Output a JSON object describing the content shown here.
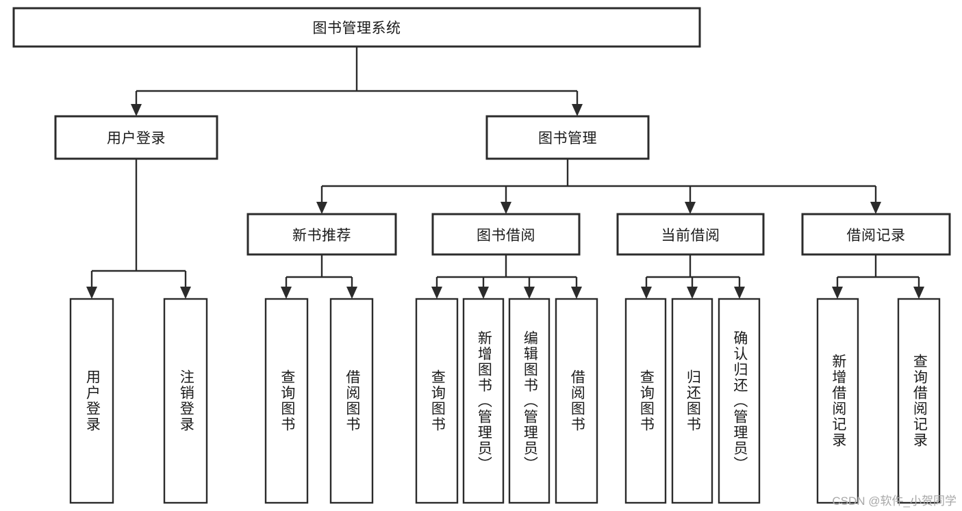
{
  "diagram": {
    "type": "tree-hierarchy",
    "title": "图书管理系统",
    "watermark": "CSDN @软件_小贺同学",
    "colors": {
      "stroke": "#2b2b2b",
      "fill": "#ffffff",
      "text": "#1a1a1a",
      "watermark": "#a8a8a8",
      "background": "#ffffff"
    },
    "nodes": {
      "root": {
        "label": "图书管理系统"
      },
      "level2": [
        {
          "id": "user-login",
          "label": "用户登录"
        },
        {
          "id": "book-manage",
          "label": "图书管理"
        }
      ],
      "level3": [
        {
          "id": "new-book-recommend",
          "label": "新书推荐"
        },
        {
          "id": "book-borrow",
          "label": "图书借阅"
        },
        {
          "id": "current-borrow",
          "label": "当前借阅"
        },
        {
          "id": "borrow-record",
          "label": "借阅记录"
        }
      ],
      "leaves": [
        {
          "id": "leaf-user-login",
          "label": "用户登录",
          "parent": "user-login"
        },
        {
          "id": "leaf-user-logout",
          "label": "注销登录",
          "parent": "user-login"
        },
        {
          "id": "leaf-query-book-1",
          "label": "查询图书",
          "parent": "new-book-recommend"
        },
        {
          "id": "leaf-borrow-book-1",
          "label": "借阅图书",
          "parent": "new-book-recommend"
        },
        {
          "id": "leaf-query-book-2",
          "label": "查询图书",
          "parent": "book-borrow"
        },
        {
          "id": "leaf-add-book",
          "label": "新增图书（管理员）",
          "parent": "book-borrow"
        },
        {
          "id": "leaf-edit-book",
          "label": "编辑图书（管理员）",
          "parent": "book-borrow"
        },
        {
          "id": "leaf-borrow-book-2",
          "label": "借阅图书",
          "parent": "book-borrow"
        },
        {
          "id": "leaf-query-book-3",
          "label": "查询图书",
          "parent": "current-borrow"
        },
        {
          "id": "leaf-return-book",
          "label": "归还图书",
          "parent": "current-borrow"
        },
        {
          "id": "leaf-confirm-return",
          "label": "确认归还（管理员）",
          "parent": "current-borrow"
        },
        {
          "id": "leaf-add-record",
          "label": "新增借阅记录",
          "parent": "borrow-record"
        },
        {
          "id": "leaf-query-record",
          "label": "查询借阅记录",
          "parent": "borrow-record"
        }
      ]
    }
  }
}
